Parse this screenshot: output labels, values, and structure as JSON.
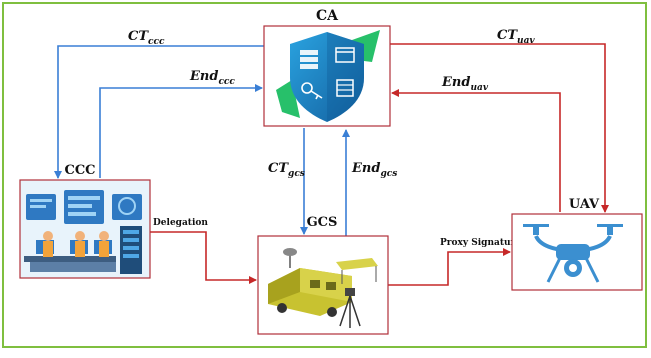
{
  "nodes": {
    "ca": "CA",
    "ccc": "CCC",
    "gcs": "GCS",
    "uav": "UAV"
  },
  "arrows": {
    "ct_ccc": {
      "main": "CT",
      "sub": "ccc"
    },
    "end_ccc": {
      "main": "End",
      "sub": "ccc"
    },
    "ct_uav": {
      "main": "CT",
      "sub": "uav"
    },
    "end_uav": {
      "main": "End",
      "sub": "uav"
    },
    "ct_gcs": {
      "main": "CT",
      "sub": "gcs"
    },
    "end_gcs": {
      "main": "End",
      "sub": "gcs"
    },
    "delegation": "Delegation",
    "proxy_signature": "Proxy Signature"
  },
  "colors": {
    "frame": "#7fbf3f",
    "blue_arrow": "#3a7fd5",
    "red_arrow": "#c62828",
    "box_border": "#b0303a",
    "shield": "#1e88c9",
    "drone": "#3b8fd0"
  },
  "icons": {
    "ca": "security-shield-icon",
    "ccc": "control-center-icon",
    "gcs": "ground-station-icon",
    "uav": "drone-icon"
  }
}
